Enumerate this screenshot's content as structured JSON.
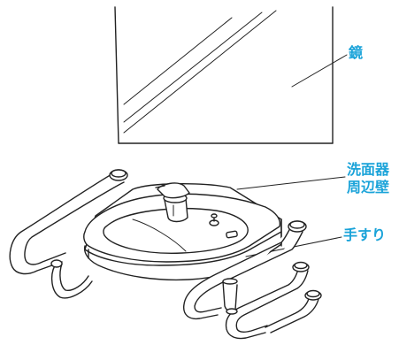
{
  "labels": {
    "mirror": "鏡",
    "wall_line1": "洗面器",
    "wall_line2": "周辺壁",
    "handrail": "手すり"
  },
  "colors": {
    "label": "#1aa3d9",
    "line": "#222222",
    "fill": "#ffffff"
  }
}
